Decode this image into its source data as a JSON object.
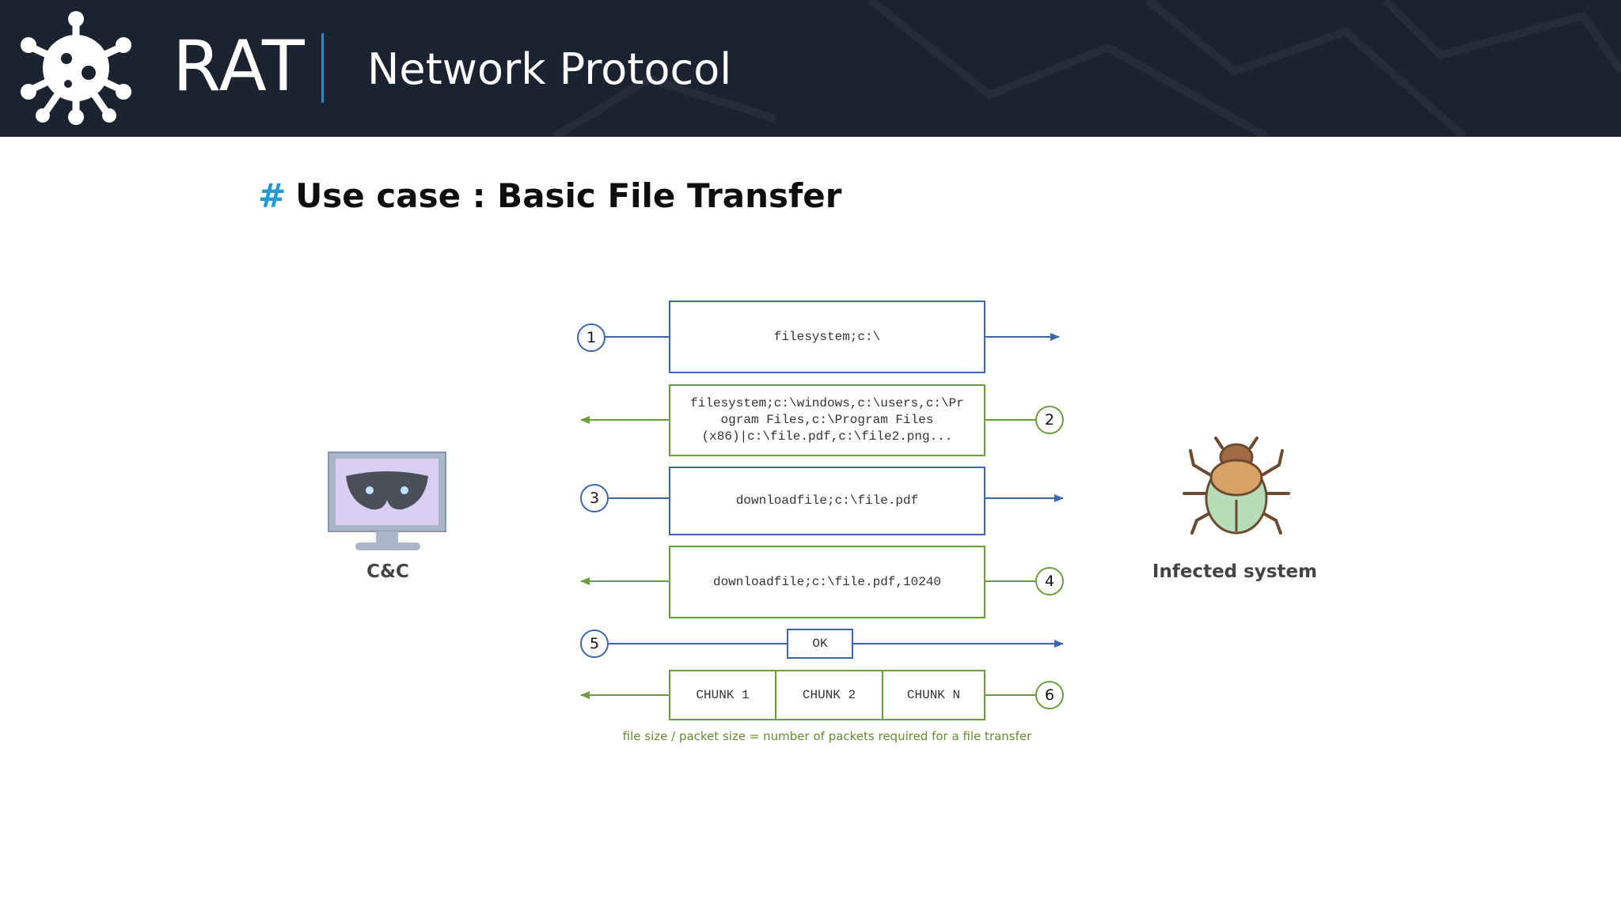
{
  "header": {
    "app_title": "RAT",
    "page_subtitle": "Network Protocol"
  },
  "section_title": {
    "hash": "#",
    "text": "Use case : Basic File Transfer"
  },
  "nodes": {
    "cc_label": "C&C",
    "infected_label": "Infected system"
  },
  "messages": [
    {
      "step": "1",
      "direction": "to-infected",
      "color": "#3b67b0",
      "text": "filesystem;c:\\"
    },
    {
      "step": "2",
      "direction": "to-cc",
      "color": "#6a9e3a",
      "text_lines": [
        "filesystem;c:\\windows,c:\\users,c:\\Pr",
        "ogram Files,c:\\Program Files",
        "(x86)|c:\\file.pdf,c:\\file2.png..."
      ]
    },
    {
      "step": "3",
      "direction": "to-infected",
      "color": "#3b67b0",
      "text": "downloadfile;c:\\file.pdf"
    },
    {
      "step": "4",
      "direction": "to-cc",
      "color": "#6a9e3a",
      "text": "downloadfile;c:\\file.pdf,10240"
    },
    {
      "step": "5",
      "direction": "to-infected",
      "color": "#3b67b0",
      "text": "OK"
    },
    {
      "step": "6",
      "direction": "to-cc",
      "color": "#6a9e3a",
      "chunks": [
        "CHUNK 1",
        "CHUNK 2",
        "CHUNK N"
      ]
    }
  ],
  "footnote": "file size / packet size = number of packets required for a file transfer",
  "colors": {
    "header_bg": "#1b2230",
    "accent": "#1d9cd8",
    "request": "#3b67b0",
    "response": "#6a9e3a"
  },
  "icons": {
    "logo": "virus-icon",
    "cc": "monitor-mask-icon",
    "infected": "bug-icon"
  }
}
